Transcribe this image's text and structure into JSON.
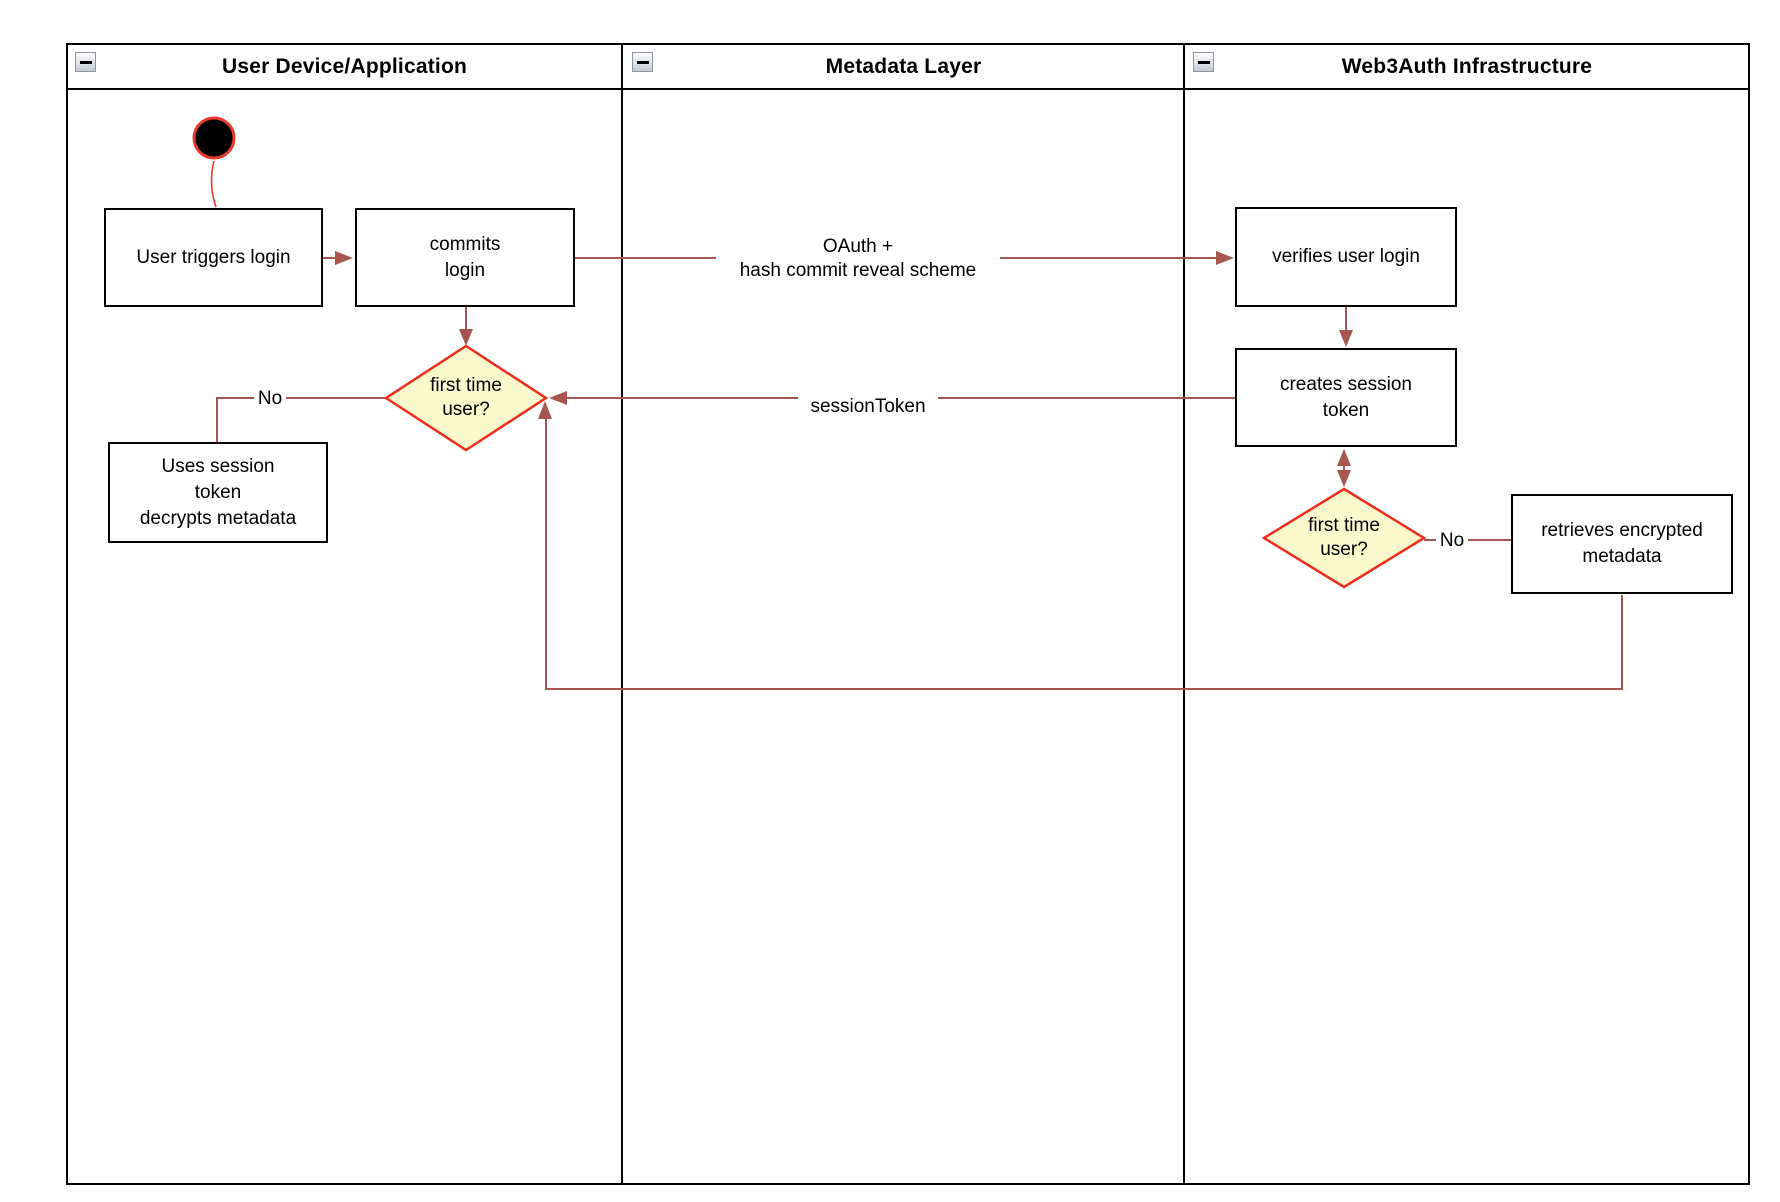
{
  "diagram": {
    "lanes": [
      {
        "title": "User Device/Application"
      },
      {
        "title": "Metadata Layer"
      },
      {
        "title": "Web3Auth Infrastructure"
      }
    ],
    "nodes": {
      "user_triggers_login": {
        "lines": [
          "User triggers login"
        ]
      },
      "commits_login": {
        "lines": [
          "commits",
          "login"
        ]
      },
      "first_time_user_left": {
        "lines": [
          "first time",
          "user?"
        ]
      },
      "uses_session_token": {
        "lines": [
          "Uses session",
          "token",
          "decrypts metadata"
        ]
      },
      "verifies_user_login": {
        "lines": [
          "verifies user login"
        ]
      },
      "creates_session_token": {
        "lines": [
          "creates session",
          "token"
        ]
      },
      "first_time_user_right": {
        "lines": [
          "first time",
          "user?"
        ]
      },
      "retrieves_encrypted_metadata": {
        "lines": [
          "retrieves encrypted",
          "metadata"
        ]
      }
    },
    "edge_labels": {
      "oauth_line1": "OAuth +",
      "oauth_line2": "hash commit reveal scheme",
      "session_token": "sessionToken",
      "no_left": "No",
      "no_right": "No"
    },
    "colors": {
      "edge": "#A5564F",
      "start_link": "#E8392B",
      "start_fill": "#000000",
      "decision_border": "#EE2D1D",
      "decision_fill": "#FCFACD",
      "box_border": "#000000",
      "box_fill": "#FFFFFF",
      "lane_border": "#000000",
      "text": "#000000"
    }
  }
}
